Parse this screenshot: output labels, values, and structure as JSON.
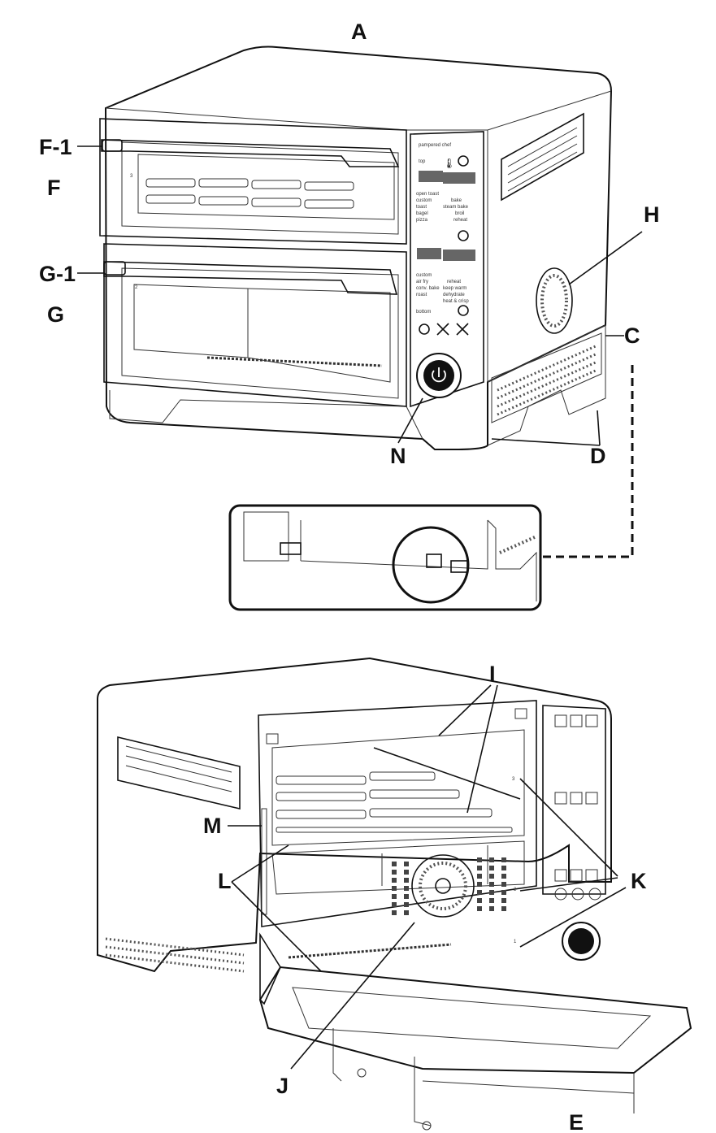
{
  "labels": {
    "A": "A",
    "C": "C",
    "D": "D",
    "E": "E",
    "F": "F",
    "F1": "F-1",
    "G": "G",
    "G1": "G-1",
    "H": "H",
    "I": "I",
    "J": "J",
    "K": "K",
    "L": "L",
    "M": "M",
    "N": "N"
  },
  "panel": {
    "brand": "pampered chef",
    "top": "top",
    "bottom": "bottom",
    "upper_presets": [
      "open toast",
      "custom",
      "toast",
      "bagel",
      "pizza"
    ],
    "upper_presets_right": [
      "bake",
      "steam bake",
      "broil",
      "reheat"
    ],
    "lower_presets": [
      "custom",
      "air fry",
      "conv. bake",
      "roast"
    ],
    "lower_presets_right": [
      "reheat",
      "keep warm",
      "dehydrate",
      "heat & crisp"
    ]
  },
  "rack_positions": {
    "upper": "3",
    "lower": "2",
    "back_3": "3",
    "back_2": "2",
    "back_1": "1"
  }
}
